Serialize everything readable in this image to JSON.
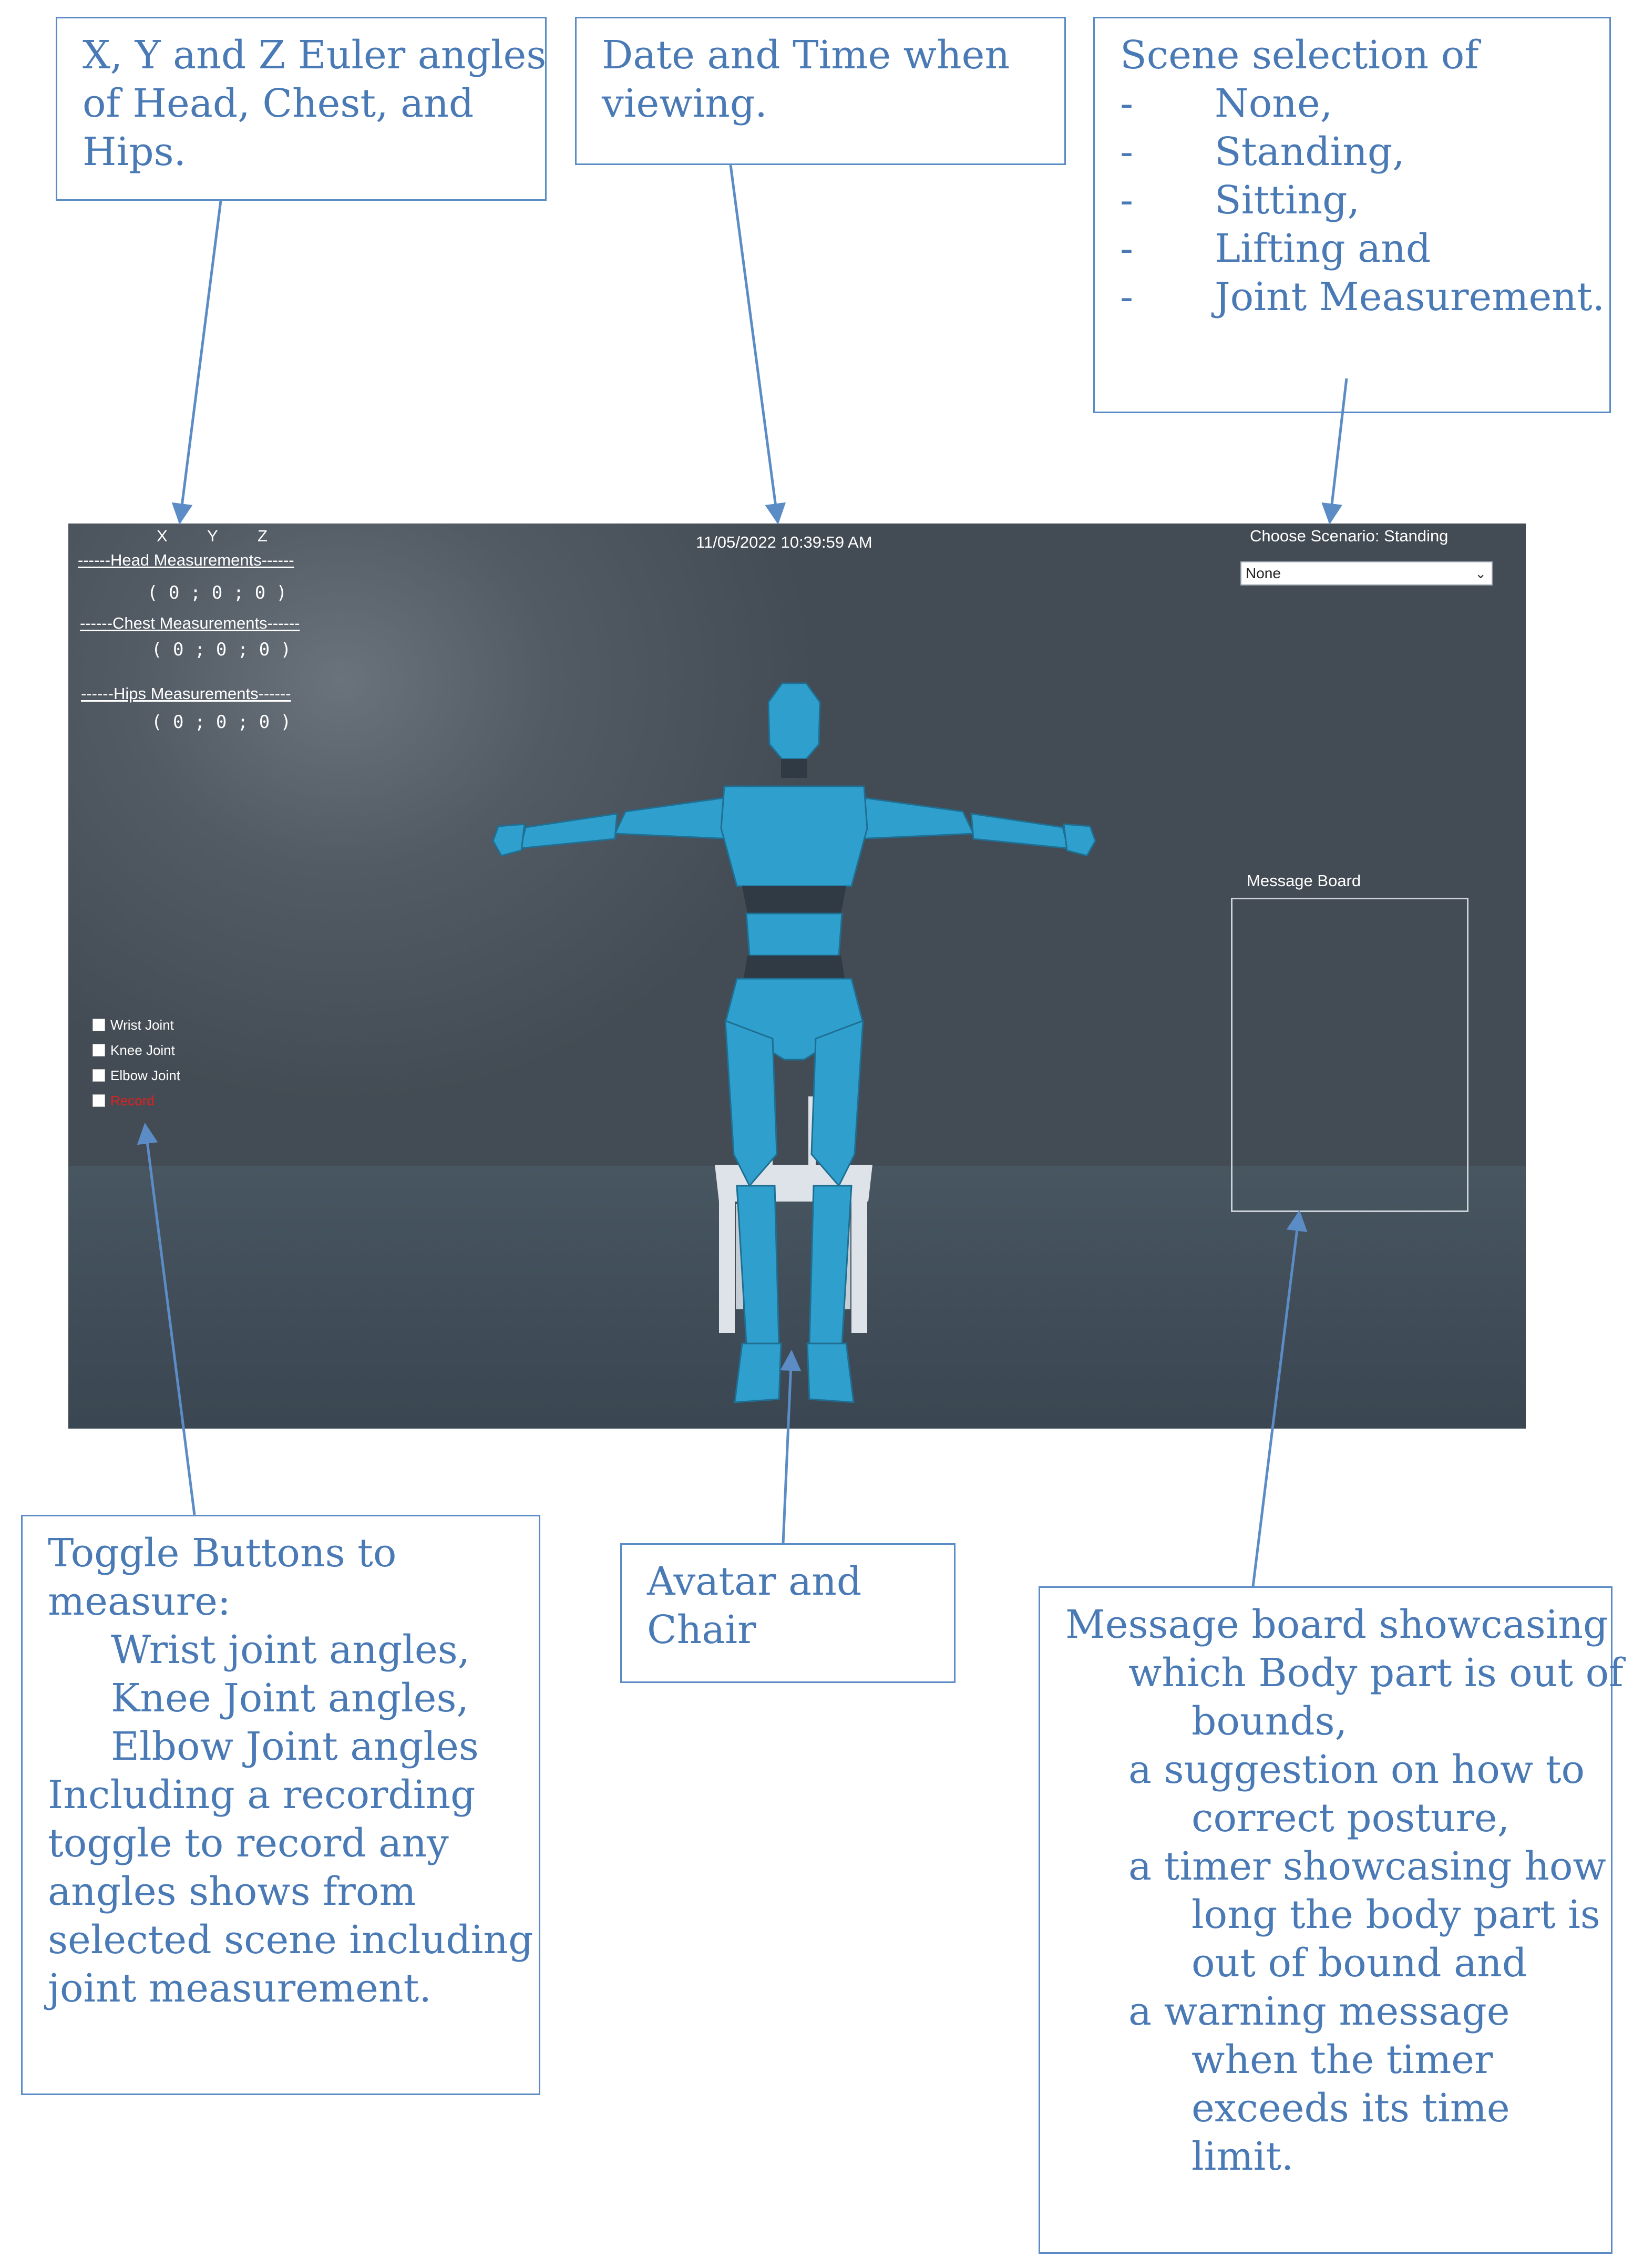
{
  "callouts": {
    "euler": [
      "X, Y and Z Euler angles",
      "of Head, Chest, and",
      "Hips."
    ],
    "datetime": [
      "Date and Time when",
      "viewing."
    ],
    "scene": {
      "title": "Scene selection of",
      "items": [
        "None,",
        "Standing,",
        "Sitting,",
        "Lifting and",
        "Joint Measurement."
      ]
    },
    "toggles": {
      "lines_top": [
        "Toggle Buttons to",
        "measure:"
      ],
      "lines_indented": [
        "Wrist joint angles,",
        "Knee Joint angles,",
        "Elbow Joint angles"
      ],
      "lines_bottom": [
        "Including a recording",
        "toggle to record any",
        "angles shows from",
        "selected scene including",
        "joint measurement."
      ]
    },
    "avatar": [
      "Avatar and",
      "Chair"
    ],
    "message": [
      {
        "text": "Message board showcasing",
        "indent": 0
      },
      {
        "text": "which Body part is out of",
        "indent": 1
      },
      {
        "text": "bounds,",
        "indent": 2
      },
      {
        "text": "a suggestion on how to",
        "indent": 1
      },
      {
        "text": "correct posture,",
        "indent": 2
      },
      {
        "text": "a timer showcasing how",
        "indent": 1
      },
      {
        "text": "long the body part is",
        "indent": 2
      },
      {
        "text": "out of bound and",
        "indent": 2
      },
      {
        "text": "a warning message",
        "indent": 1
      },
      {
        "text": "when the timer",
        "indent": 2
      },
      {
        "text": "exceeds its time",
        "indent": 2
      },
      {
        "text": "limit.",
        "indent": 2
      }
    ]
  },
  "app": {
    "axes_header": {
      "x": "X",
      "y": "Y",
      "z": "Z"
    },
    "head_label": "------Head Measurements------",
    "head_values": "( 0  ;  0  ;  0 )",
    "chest_label": "------Chest Measurements------",
    "chest_values": "( 0  ;  0  ;  0 )",
    "hips_label": "------Hips Measurements------",
    "hips_values": "( 0  ;  0  ;  0 )",
    "datetime": "11/05/2022 10:39:59 AM",
    "scenario_label": "Choose Scenario: Standing",
    "scenario_selected": "None",
    "message_board_label": "Message Board",
    "toggles": [
      {
        "label": "Wrist Joint",
        "color": "#ffffff"
      },
      {
        "label": "Knee Joint",
        "color": "#ffffff"
      },
      {
        "label": "Elbow Joint",
        "color": "#ffffff"
      },
      {
        "label": "Record",
        "color": "#e02020"
      }
    ],
    "colors": {
      "avatar": "#2f9fce",
      "avatar_joint": "#2f3a44",
      "chair": "#dde3e8",
      "accent": "#5b8cc6"
    }
  }
}
